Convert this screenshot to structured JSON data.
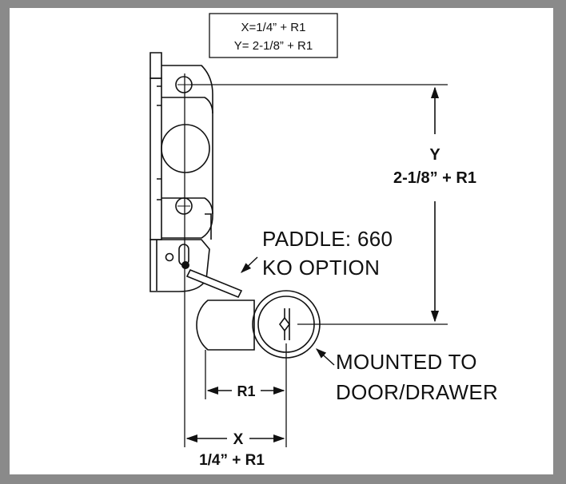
{
  "formula_box": {
    "line1": "X=1/4” + R1",
    "line2": "Y= 2-1/8” + R1"
  },
  "dim_y": {
    "letter": "Y",
    "value": "2-1/8” + R1"
  },
  "dim_x": {
    "letter": "X",
    "value": "1/4” + R1"
  },
  "dim_r1": {
    "label": "R1"
  },
  "paddle_callout": {
    "line1": "PADDLE: 660",
    "line2": "KO OPTION"
  },
  "mount_callout": {
    "line1": "MOUNTED TO",
    "line2": "DOOR/DRAWER"
  }
}
